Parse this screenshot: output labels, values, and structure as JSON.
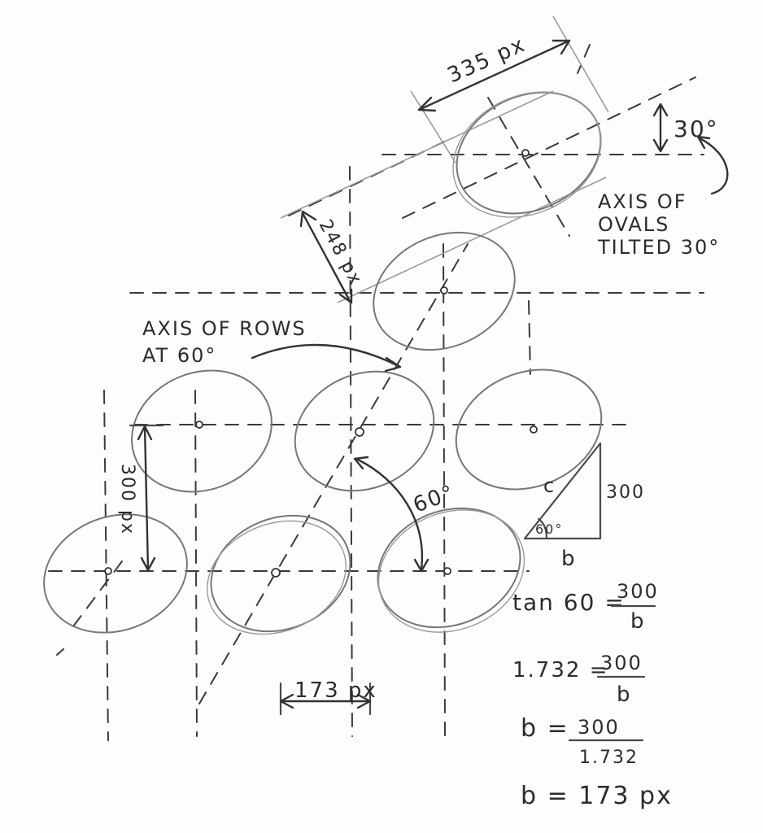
{
  "labels": {
    "oval_width": "335 px",
    "tilt_angle": "30°",
    "oval_axis_note_1": "AXIS OF",
    "oval_axis_note_2": "OVALS",
    "oval_axis_note_3": "TILTED 30°",
    "row_spacing": "248 px",
    "rows_axis_note_1": "AXIS OF ROWS",
    "rows_axis_note_2": "AT 60°",
    "vertical_spacing": "300 px",
    "angle_between": "60°",
    "horizontal_spacing": "173 px",
    "triangle_hyp": "c",
    "triangle_height": "300",
    "triangle_angle": "60°",
    "triangle_base": "b"
  },
  "equations": {
    "eq1_left": "tan 60 =",
    "eq1_num": "300",
    "eq1_den": "b",
    "eq2_left": "1.732 =",
    "eq2_num": "300",
    "eq2_den": "b",
    "eq3_left": "b =",
    "eq3_num": "300",
    "eq3_den": "1.732",
    "eq4": "b = 173 px"
  }
}
